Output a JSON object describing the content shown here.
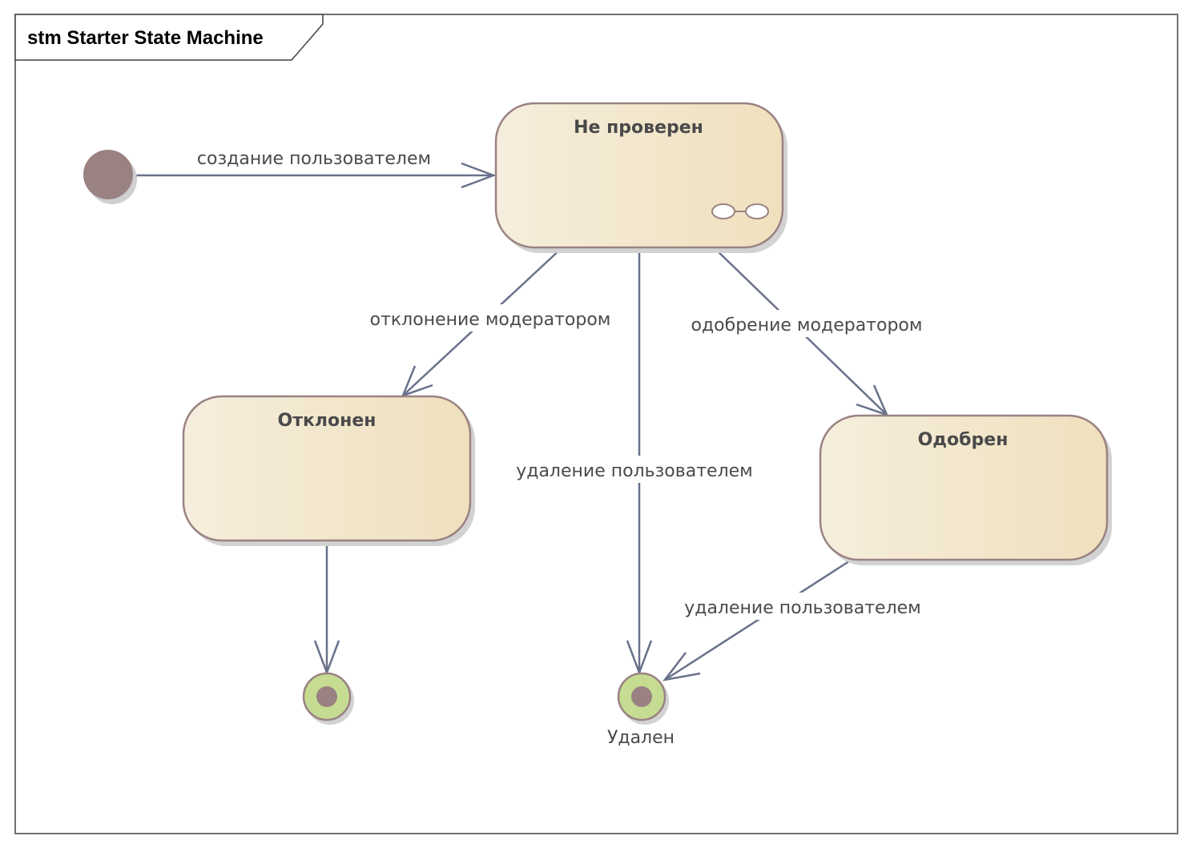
{
  "frame": {
    "title": "stm Starter State Machine"
  },
  "colors": {
    "state_fill_left": "#f6eedd",
    "state_fill_right": "#efe0bd",
    "state_border": "#9a8282",
    "initial_node": "#9a8282",
    "final_ring": "#c5dc92",
    "final_dot": "#9a8282",
    "edge": "#69718a",
    "shadow": "#cfcfcf"
  },
  "states": [
    {
      "id": "unverified",
      "name": "Не проверен",
      "has_submachine_icon": true
    },
    {
      "id": "rejected",
      "name": "Отклонен",
      "has_submachine_icon": false
    },
    {
      "id": "approved",
      "name": "Одобрен",
      "has_submachine_icon": false
    }
  ],
  "final_nodes": [
    {
      "id": "final_rejected",
      "label": ""
    },
    {
      "id": "final_deleted",
      "label": "Удален"
    }
  ],
  "transitions": [
    {
      "from": "initial",
      "to": "unverified",
      "label": "создание пользователем"
    },
    {
      "from": "unverified",
      "to": "rejected",
      "label": "отклонение модератором"
    },
    {
      "from": "unverified",
      "to": "final_deleted",
      "label": "удаление пользователем"
    },
    {
      "from": "unverified",
      "to": "approved",
      "label": "одобрение модератором"
    },
    {
      "from": "rejected",
      "to": "final_rejected",
      "label": ""
    },
    {
      "from": "approved",
      "to": "final_deleted",
      "label": "удаление пользователем"
    }
  ]
}
